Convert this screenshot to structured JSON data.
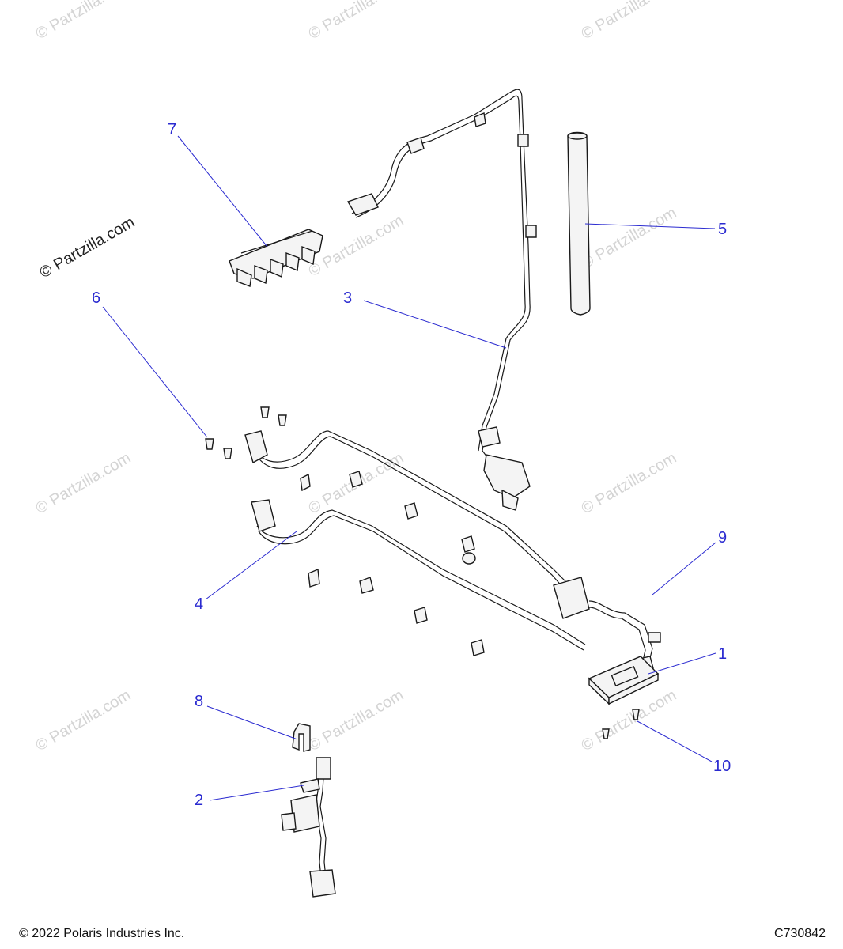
{
  "watermark_text": "© Partzilla.com",
  "brand_text": "© Partzilla.com",
  "callouts": [
    {
      "label": "1"
    },
    {
      "label": "2"
    },
    {
      "label": "3"
    },
    {
      "label": "4"
    },
    {
      "label": "5"
    },
    {
      "label": "6"
    },
    {
      "label": "7"
    },
    {
      "label": "8"
    },
    {
      "label": "9"
    },
    {
      "label": "10"
    }
  ],
  "footer": {
    "copyright": "© 2022 Polaris Industries Inc.",
    "drawing_number": "C730842"
  },
  "colors": {
    "callout": "#2a2ad0",
    "line_art": "#1a1a1a",
    "watermark": "#d4d4d4"
  }
}
